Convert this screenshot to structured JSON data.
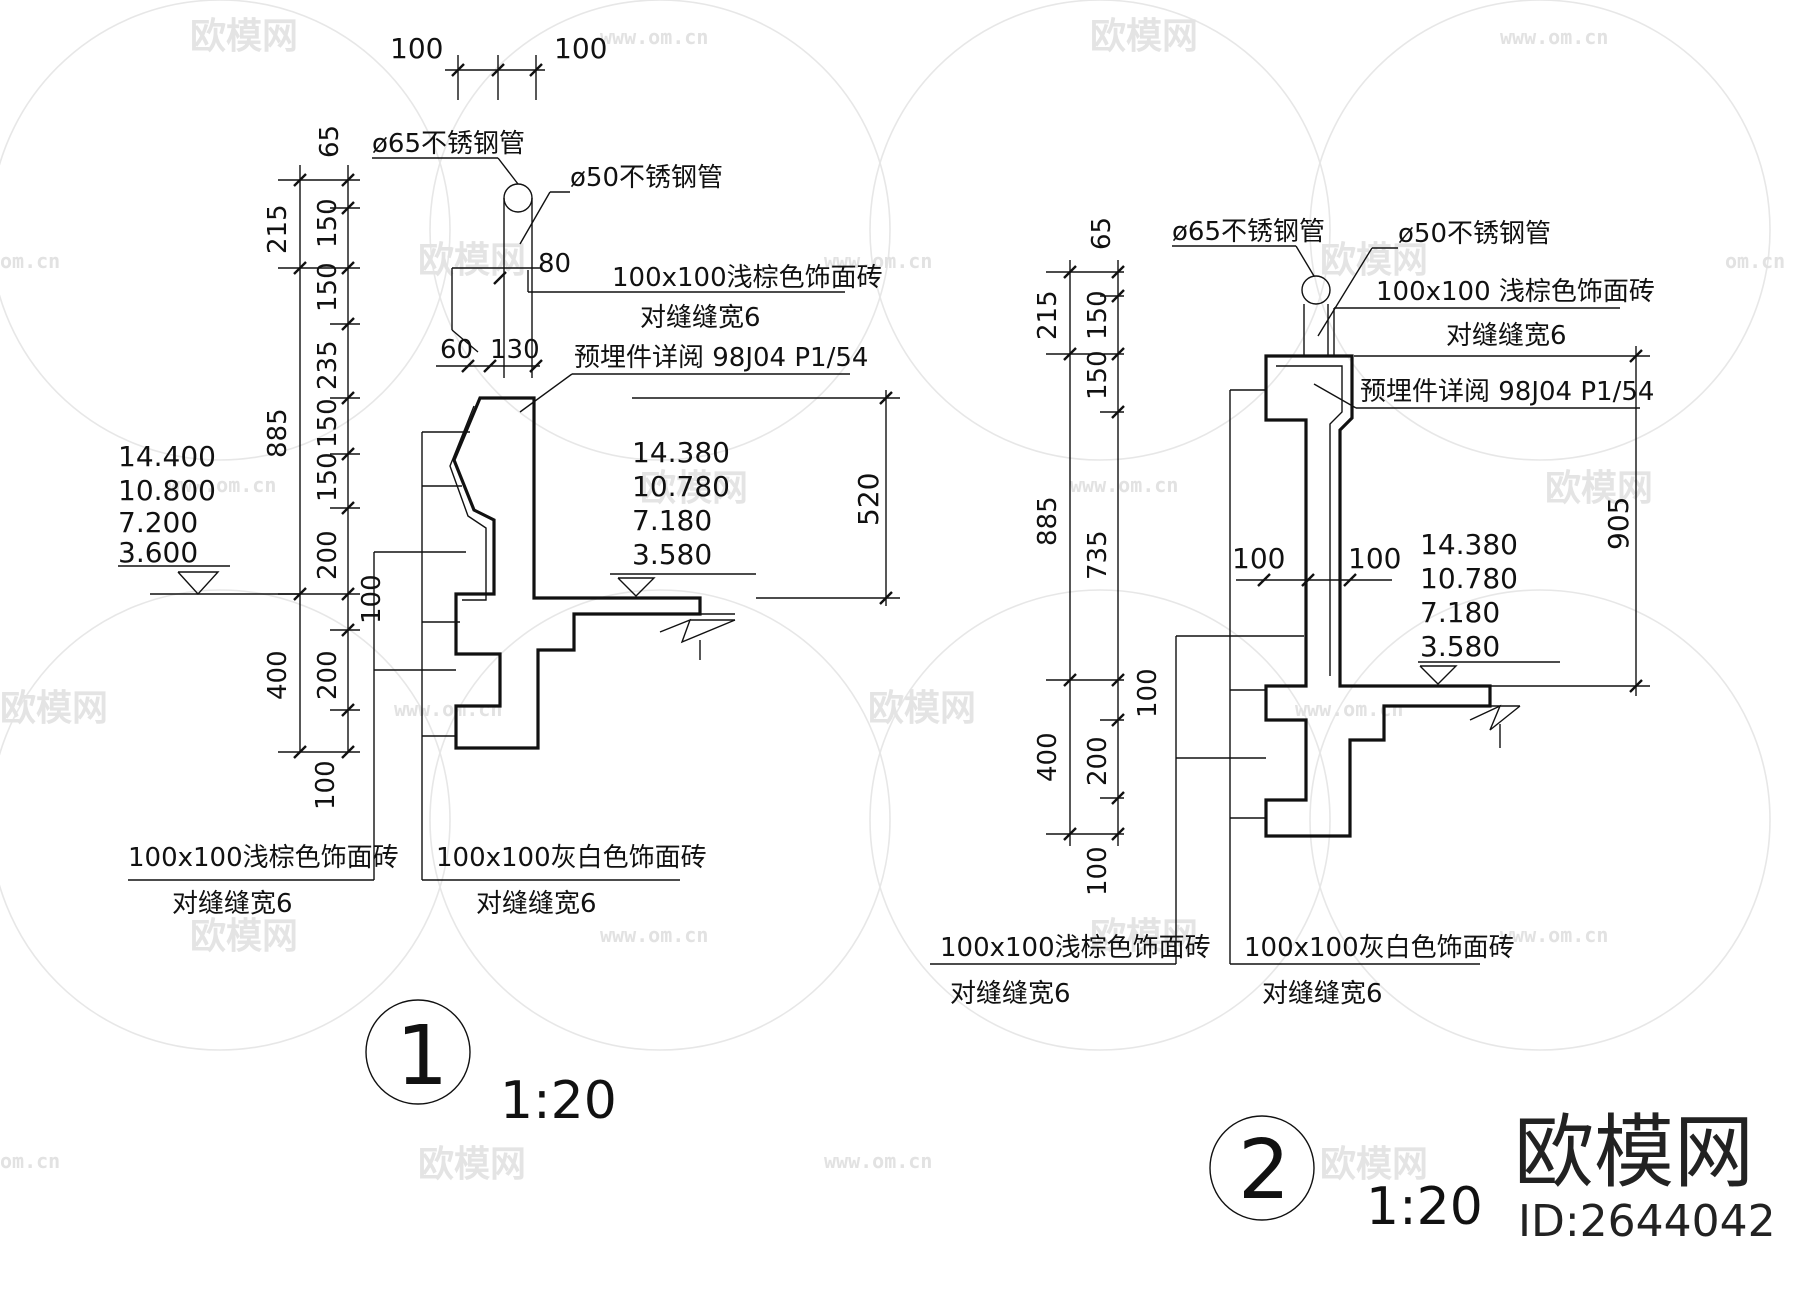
{
  "watermark": {
    "brand": "欧模网",
    "url": "www.om.cn",
    "url_short": "om.cn"
  },
  "detail1": {
    "dims_top": [
      "100",
      "100"
    ],
    "dims_left_outer": [
      "65",
      "215",
      "885",
      "400",
      "100"
    ],
    "dims_left_inner": [
      "150",
      "150",
      "235",
      "150",
      "150",
      "200",
      "100",
      "200"
    ],
    "dims_misc": [
      "80",
      "60",
      "130",
      "520"
    ],
    "pipe_large": "ø65不锈钢管",
    "pipe_small": "ø50不锈钢管",
    "tile_note": "100x100浅棕色饰面砖",
    "joint_note": "对缝缝宽6",
    "embed_note": "预埋件详阅  98J04  P1/54",
    "levels_left": [
      "14.400",
      "10.800",
      "7.200",
      "3.600"
    ],
    "levels_right": [
      "14.380",
      "10.780",
      "7.180",
      "3.580"
    ],
    "label_bottom_left_1": "100x100浅棕色饰面砖",
    "label_bottom_left_2": "对缝缝宽6",
    "label_bottom_right_1": "100x100灰白色饰面砖",
    "label_bottom_right_2": "对缝缝宽6",
    "number": "1",
    "scale": "1:20"
  },
  "detail2": {
    "dims_left_outer": [
      "65",
      "215",
      "885",
      "400",
      "100"
    ],
    "dims_left_inner": [
      "150",
      "150",
      "735",
      "100",
      "200"
    ],
    "dims_misc": [
      "100",
      "100",
      "905"
    ],
    "pipe_large": "ø65不锈钢管",
    "pipe_small": "ø50不锈钢管",
    "tile_note": "100x100 浅棕色饰面砖",
    "joint_note": "对缝缝宽6",
    "embed_note": "预埋件详阅  98J04  P1/54",
    "levels": [
      "14.380",
      "10.780",
      "7.180",
      "3.580"
    ],
    "label_bottom_left_1": "100x100浅棕色饰面砖",
    "label_bottom_left_2": "对缝缝宽6",
    "label_bottom_right_1": "100x100灰白色饰面砖",
    "label_bottom_right_2": "对缝缝宽6",
    "number": "2",
    "scale": "1:20"
  },
  "brand_block": {
    "name": "欧模网",
    "id": "ID:2644042"
  }
}
